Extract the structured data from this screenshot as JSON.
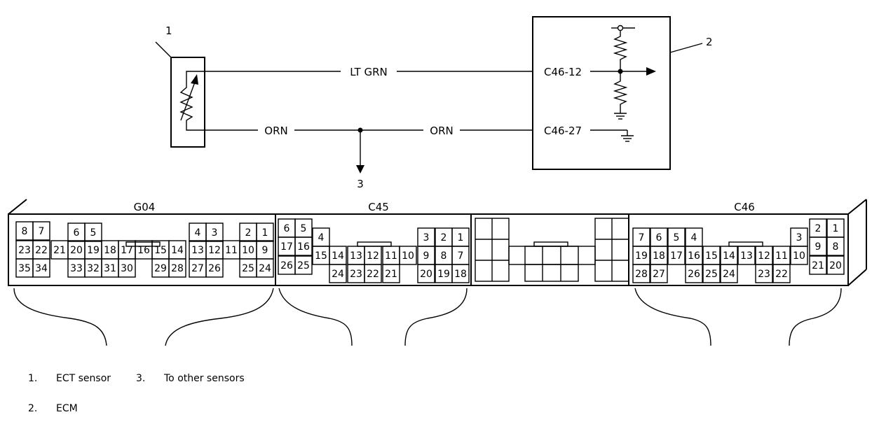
{
  "callouts": {
    "sensor": "1",
    "ecm": "2",
    "other_sensors": "3"
  },
  "wires": {
    "signal_color": "LT GRN",
    "ground_color_1": "ORN",
    "ground_color_2": "ORN"
  },
  "terminals": {
    "signal": "C46-12",
    "ground": "C46-27"
  },
  "connectors": {
    "g04": {
      "name": "G04",
      "pins": [
        [
          "8",
          23,
          317
        ],
        [
          "7",
          47,
          317
        ],
        [
          "23",
          23,
          344
        ],
        [
          "22",
          47,
          344
        ],
        [
          "35",
          23,
          370
        ],
        [
          "34",
          47,
          370
        ],
        [
          "21",
          73,
          344
        ],
        [
          "6",
          97,
          319
        ],
        [
          "5",
          121,
          319
        ],
        [
          "20",
          97,
          344
        ],
        [
          "19",
          121,
          344
        ],
        [
          "18",
          145,
          344
        ],
        [
          "17",
          169,
          344
        ],
        [
          "16",
          193,
          344
        ],
        [
          "15",
          217,
          344
        ],
        [
          "14",
          241,
          344
        ],
        [
          "33",
          97,
          370
        ],
        [
          "32",
          121,
          370
        ],
        [
          "31",
          145,
          370
        ],
        [
          "30",
          169,
          370
        ],
        [
          "29",
          217,
          370
        ],
        [
          "28",
          241,
          370
        ],
        [
          "4",
          270,
          319
        ],
        [
          "3",
          294,
          319
        ],
        [
          "13",
          270,
          344
        ],
        [
          "12",
          294,
          344
        ],
        [
          "11",
          318,
          344
        ],
        [
          "10",
          342,
          344
        ],
        [
          "9",
          366,
          344
        ],
        [
          "27",
          270,
          370
        ],
        [
          "26",
          294,
          370
        ],
        [
          "25",
          342,
          370
        ],
        [
          "24",
          366,
          370
        ],
        [
          "2",
          342,
          319
        ],
        [
          "1",
          366,
          319
        ]
      ]
    },
    "c45": {
      "name": "C45",
      "pins": [
        [
          "6",
          397,
          313
        ],
        [
          "5",
          421,
          313
        ],
        [
          "17",
          397,
          339
        ],
        [
          "16",
          421,
          339
        ],
        [
          "26",
          397,
          366
        ],
        [
          "25",
          421,
          366
        ],
        [
          "4",
          446,
          326
        ],
        [
          "15",
          446,
          352
        ],
        [
          "14",
          470,
          352
        ],
        [
          "13",
          496,
          352
        ],
        [
          "12",
          520,
          352
        ],
        [
          "11",
          546,
          352
        ],
        [
          "10",
          570,
          352
        ],
        [
          "24",
          470,
          378
        ],
        [
          "23",
          496,
          378
        ],
        [
          "22",
          520,
          378
        ],
        [
          "21",
          546,
          378
        ],
        [
          "3",
          596,
          326
        ],
        [
          "2",
          621,
          326
        ],
        [
          "1",
          645,
          326
        ],
        [
          "9",
          596,
          352
        ],
        [
          "8",
          621,
          352
        ],
        [
          "7",
          645,
          352
        ],
        [
          "20",
          596,
          378
        ],
        [
          "19",
          621,
          378
        ],
        [
          "18",
          645,
          378
        ]
      ]
    },
    "c46": {
      "name": "C46",
      "pins": [
        [
          "7",
          903,
          326
        ],
        [
          "6",
          928,
          326
        ],
        [
          "5",
          953,
          326
        ],
        [
          "4",
          978,
          326
        ],
        [
          "19",
          903,
          352
        ],
        [
          "18",
          928,
          352
        ],
        [
          "17",
          953,
          352
        ],
        [
          "16",
          978,
          352
        ],
        [
          "15",
          1003,
          352
        ],
        [
          "14",
          1028,
          352
        ],
        [
          "13",
          1053,
          352
        ],
        [
          "12",
          1078,
          352
        ],
        [
          "11",
          1103,
          352
        ],
        [
          "10",
          1128,
          352
        ],
        [
          "28",
          903,
          378
        ],
        [
          "27",
          928,
          378
        ],
        [
          "26",
          978,
          378
        ],
        [
          "25",
          1003,
          378
        ],
        [
          "24",
          1028,
          378
        ],
        [
          "23",
          1078,
          378
        ],
        [
          "22",
          1103,
          378
        ],
        [
          "3",
          1128,
          326
        ],
        [
          "2",
          1155,
          313
        ],
        [
          "1",
          1180,
          313
        ],
        [
          "9",
          1155,
          339
        ],
        [
          "8",
          1180,
          339
        ],
        [
          "21",
          1155,
          366
        ],
        [
          "20",
          1180,
          366
        ]
      ]
    }
  },
  "legend": {
    "n1": "1.",
    "t1": "ECT sensor",
    "n3": "3.",
    "t3": "To other sensors",
    "n2": "2.",
    "t2": "ECM"
  }
}
